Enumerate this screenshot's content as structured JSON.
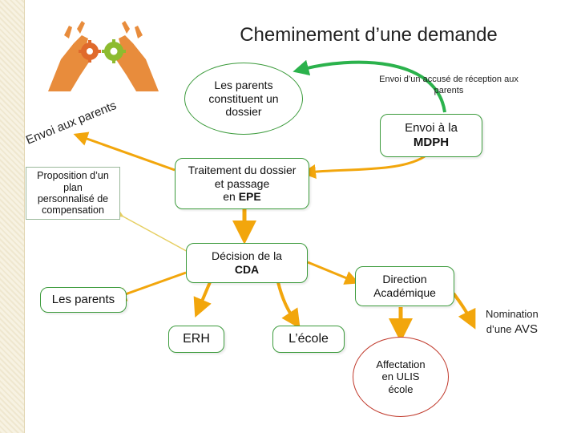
{
  "title": "Cheminement d’une demande",
  "logo": {
    "icon": "hands-gears-logo"
  },
  "nodes": {
    "parents_dossier": "Les parents constituent un dossier",
    "accuse": "Envoi d’un accusé de réception aux parents",
    "mdph_prefix": "Envoi à la",
    "mdph_bold": "MDPH",
    "envoi_parents": "Envoi aux parents",
    "ppc_1": "Proposition d’un",
    "ppc_2": "plan",
    "ppc_3": "personnalisé de",
    "ppc_4": "compensation",
    "traitement": "Traitement du dossier et passage",
    "traitement_en": "en",
    "traitement_bold": "EPE",
    "cda_prefix": "Décision de la",
    "cda_bold": "CDA",
    "les_parents": "Les parents",
    "direction": "Direction Académique",
    "avs_prefix": "Nomination",
    "avs_mid": "d’une",
    "avs_bold": "AVS",
    "erh": "ERH",
    "ecole": "L’école",
    "ulis": "Affectation en ULIS école"
  },
  "colors": {
    "orange_arrow": "#f2a60c",
    "green_arrow": "#2bb24c",
    "yellow_line": "#e6cf62",
    "node_border": "#3c9b3c",
    "ulis_border": "#c0392b"
  }
}
